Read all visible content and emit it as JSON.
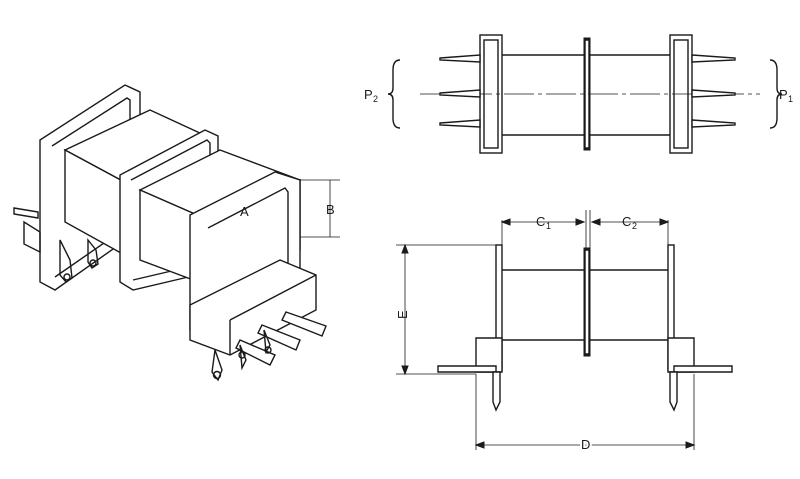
{
  "labels": {
    "A": "A",
    "B": "B",
    "C1": "C",
    "C1_sub": "1",
    "C2": "C",
    "C2_sub": "2",
    "D": "D",
    "E": "E",
    "P1": "P",
    "P1_sub": "1",
    "P2": "P",
    "P2_sub": "2"
  }
}
